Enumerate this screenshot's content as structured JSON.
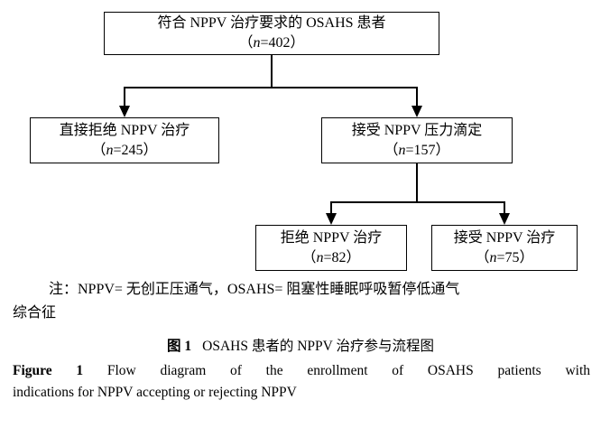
{
  "diagram": {
    "boxes": {
      "top": {
        "label": "符合 NPPV 治疗要求的 OSAHS 患者",
        "n_open": "（",
        "n_var": "n",
        "n_rest": "=402）"
      },
      "left": {
        "label": "直接拒绝 NPPV 治疗",
        "n_open": "（",
        "n_var": "n",
        "n_rest": "=245）"
      },
      "right": {
        "label": "接受 NPPV 压力滴定",
        "n_open": "（",
        "n_var": "n",
        "n_rest": "=157）"
      },
      "bottom_left": {
        "label": "拒绝 NPPV 治疗",
        "n_open": "（",
        "n_var": "n",
        "n_rest": "=82）"
      },
      "bottom_right": {
        "label": "接受 NPPV 治疗",
        "n_open": "（",
        "n_var": "n",
        "n_rest": "=75）"
      }
    },
    "note": {
      "line1": "注：NPPV= 无创正压通气，OSAHS= 阻塞性睡眠呼吸暂停低通气",
      "line2": "综合征"
    },
    "caption_zh": {
      "label": "图 1",
      "text": "OSAHS 患者的 NPPV 治疗参与流程图"
    },
    "caption_en": {
      "label": "Figure 1",
      "line1": "Flow diagram of the enrollment of OSAHS patients with",
      "line2": "indications for NPPV accepting or rejecting NPPV"
    },
    "line_color": "#000000"
  }
}
